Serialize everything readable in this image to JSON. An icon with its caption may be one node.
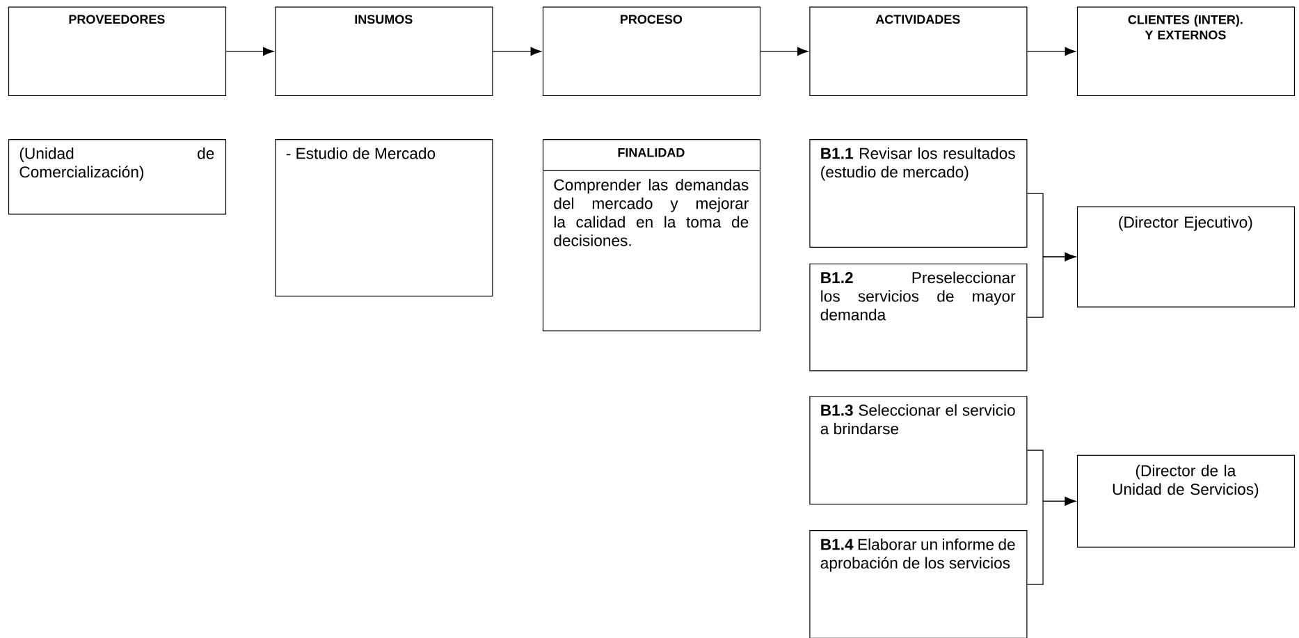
{
  "diagram": {
    "nodes": [
      {
        "text": [
          "PROVEEDORES"
        ]
      },
      {
        "text": [
          "INSUMOS"
        ]
      },
      {
        "text": [
          "PROCESO"
        ]
      },
      {
        "text": [
          "ACTIVIDADES"
        ]
      },
      {
        "text": [
          "CLIENTES (INTER). Y EXTERNOS"
        ]
      },
      {
        "text": [
          "(Unidad de Comercialización)"
        ]
      },
      {
        "text": [
          "- Estudio de Mercado"
        ]
      },
      {
        "text": [
          "FINALIDAD",
          "Comprender las demandas del mercado y mejorar la calidad en la toma de decisiones."
        ]
      },
      {
        "text": [
          "**B1.1** Revisar los resultados (estudio de mercado)"
        ]
      },
      {
        "text": [
          "**B1.2** Preseleccionar los servicios de mayor demanda"
        ]
      },
      {
        "text": [
          "(Director Ejecutivo)"
        ]
      },
      {
        "text": [
          "**B1.3** Seleccionar el servicio a brindarse"
        ]
      },
      {
        "text": [
          "**B1.4** Elaborar un informe de aprobación de los servicios"
        ]
      },
      {
        "text": [
          "(Director de la Unidad de Servicios)"
        ]
      }
    ],
    "edges": [
      {
        "from": 0,
        "to": 1,
        "arrow": "to"
      },
      {
        "from": 1,
        "to": 2,
        "arrow": "to"
      },
      {
        "from": 2,
        "to": 3,
        "arrow": "to"
      },
      {
        "from": 3,
        "to": 4,
        "arrow": "to"
      },
      {
        "from": 8,
        "to": 10,
        "arrow": "to"
      },
      {
        "from": 9,
        "to": 10,
        "arrow": "to"
      },
      {
        "from": 11,
        "to": 13,
        "arrow": "to"
      },
      {
        "from": 12,
        "to": 13,
        "arrow": "to"
      }
    ]
  }
}
